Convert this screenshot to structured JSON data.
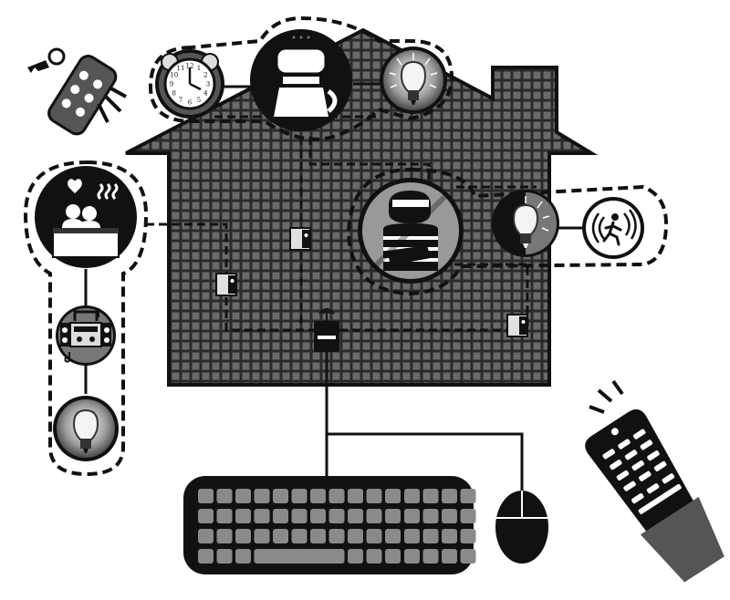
{
  "diagram": {
    "theme": {
      "ink": "#111111",
      "house_fill": "#555555",
      "house_grid": "#2a2a2a",
      "paper": "#ffffff",
      "mid_gray": "#9a9a9a",
      "light_gray": "#d9d9d9"
    },
    "clock": {
      "numerals": [
        "12",
        "1",
        "2",
        "3",
        "4",
        "5",
        "6",
        "7",
        "8",
        "9",
        "10",
        "11"
      ]
    },
    "nodes": [
      {
        "id": "key-fob-remote",
        "icon": "key-fob-icon"
      },
      {
        "id": "alarm-clock",
        "icon": "alarm-clock-icon"
      },
      {
        "id": "coffee-maker",
        "icon": "coffee-maker-icon"
      },
      {
        "id": "lamp-top",
        "icon": "light-bulb-icon"
      },
      {
        "id": "hot-tub",
        "icon": "hot-tub-icon"
      },
      {
        "id": "stereo",
        "icon": "stereo-icon"
      },
      {
        "id": "lamp-left",
        "icon": "light-bulb-icon"
      },
      {
        "id": "no-burglar",
        "icon": "burglar-prohibited-icon"
      },
      {
        "id": "lamp-right",
        "icon": "light-bulb-icon"
      },
      {
        "id": "motion-sensor",
        "icon": "motion-sensor-icon"
      },
      {
        "id": "wireless-hub",
        "icon": "wireless-hub-icon"
      },
      {
        "id": "keyboard",
        "icon": "keyboard-icon"
      },
      {
        "id": "mouse",
        "icon": "mouse-icon"
      },
      {
        "id": "tv-remote",
        "icon": "remote-control-icon"
      }
    ]
  }
}
